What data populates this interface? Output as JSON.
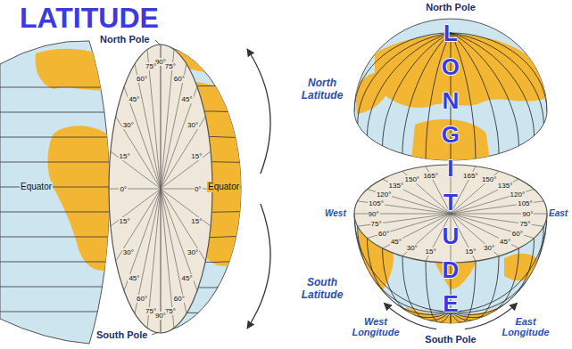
{
  "diagram": {
    "title": "LATITUDE",
    "labels": [
      "North Pole",
      "North Latitude",
      "Equator",
      "Equator",
      "South Latitude",
      "South Pole",
      "90°",
      "75°",
      "75°",
      "60°",
      "60°",
      "45°",
      "45°",
      "30°",
      "30°",
      "15°",
      "15°",
      "0°",
      "0°",
      "15°",
      "15°",
      "30°",
      "30°",
      "45°",
      "45°",
      "60°",
      "60°",
      "75°",
      "75°",
      "90°",
      "LONGITUDE",
      "North Pole",
      "West",
      "East",
      "West Longitude",
      "East Longitude",
      "South Pole",
      "165°",
      "165°",
      "150°",
      "150°",
      "135°",
      "135°",
      "120°",
      "120°",
      "105°",
      "105°",
      "90°",
      "90°",
      "75°",
      "75°",
      "60°",
      "60°",
      "45°",
      "45°",
      "30°",
      "30°",
      "15°",
      "15°"
    ]
  }
}
